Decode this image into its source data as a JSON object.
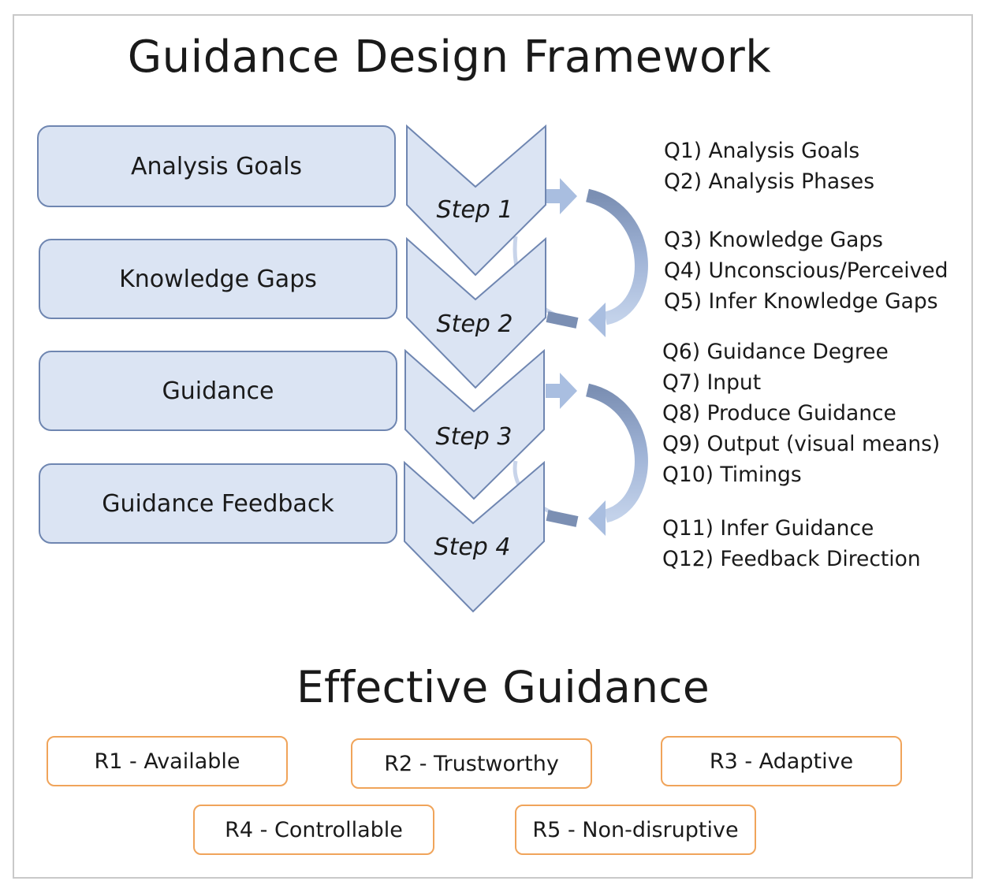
{
  "title": "Guidance Design Framework",
  "stages": [
    "Analysis Goals",
    "Knowledge Gaps",
    "Guidance",
    "Guidance Feedback"
  ],
  "steps": [
    "Step 1",
    "Step 2",
    "Step 3",
    "Step 4"
  ],
  "question_groups": [
    [
      "Q1) Analysis Goals",
      "Q2) Analysis Phases"
    ],
    [
      "Q3) Knowledge Gaps",
      "Q4) Unconscious/Perceived",
      "Q5) Infer Knowledge Gaps"
    ],
    [
      "Q6) Guidance Degree",
      "Q7) Input",
      "Q8) Produce Guidance",
      "Q9) Output (visual means)",
      "Q10) Timings"
    ],
    [
      "Q11) Infer Guidance",
      "Q12) Feedback Direction"
    ]
  ],
  "effective_title": "Effective Guidance",
  "requirements": [
    "R1 - Available",
    "R2 - Trustworthy",
    "R3 - Adaptive",
    "R4 - Controllable",
    "R5 - Non-disruptive"
  ],
  "colors": {
    "box_fill": "#dbe4f3",
    "box_border": "#6f86b1",
    "arrow_light": "#a9bee0",
    "arrow_dark": "#7b8fb3",
    "req_border": "#f0a45a"
  }
}
